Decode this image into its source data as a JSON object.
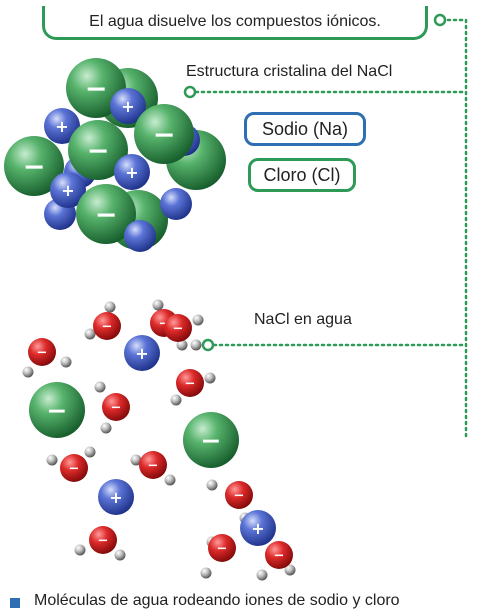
{
  "title": "El agua disuelve los compuestos iónicos.",
  "labels": {
    "crystal": "Estructura cristalina del NaCl",
    "sodium": "Sodio (Na)",
    "chlorine": "Cloro (Cl)",
    "water": "NaCl en agua"
  },
  "caption": "Moléculas de agua rodeando iones de sodio y cloro",
  "signs": {
    "minus": "−",
    "plus": "+"
  },
  "colors": {
    "chloride": "#2e9a58",
    "sodium": "#3a58c0",
    "oxygen": "#d31f25",
    "hydrogen": "#9a9a9a",
    "connector": "#2e9a58",
    "sodium_outline": "#2d6fb2",
    "legend_square": "#2d6fb2"
  }
}
